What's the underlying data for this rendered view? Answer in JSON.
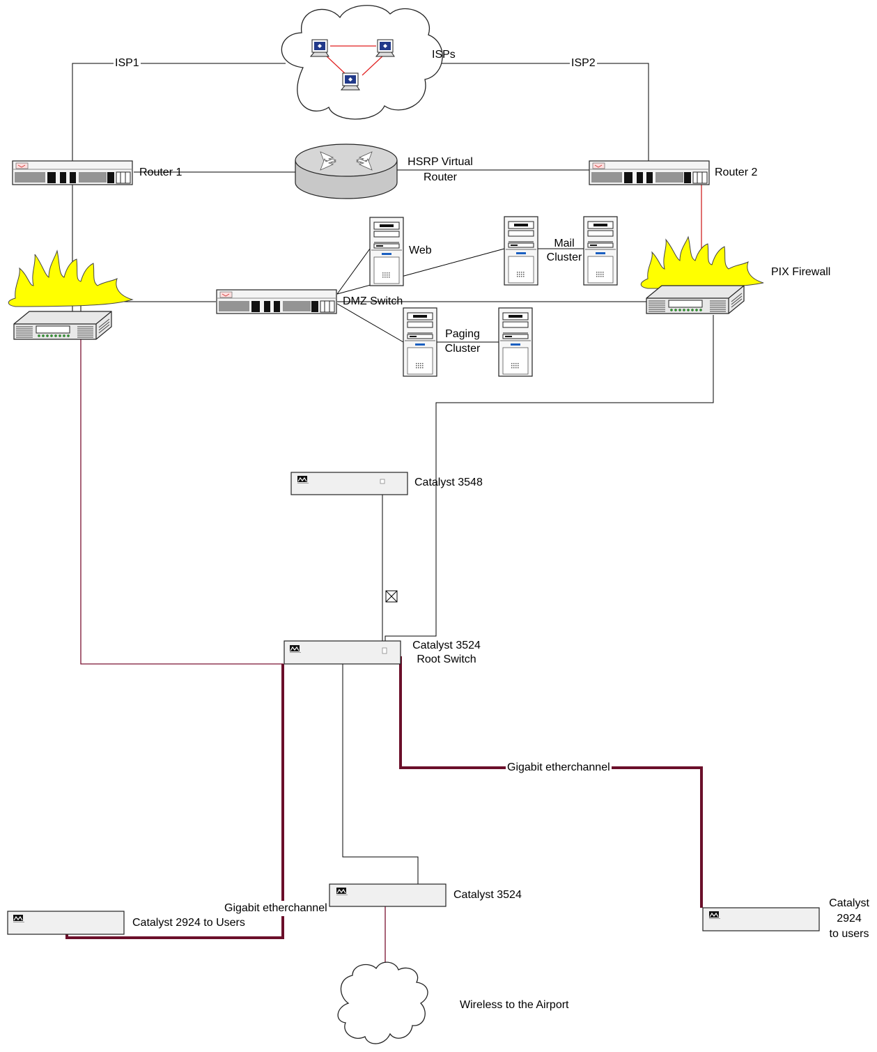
{
  "diagram": {
    "labels": {
      "isp1": "ISP1",
      "isps": "ISPs",
      "isp2": "ISP2",
      "router1": "Router 1",
      "hsrp_line1": "HSRP Virtual",
      "hsrp_line2": "Router",
      "router2": "Router 2",
      "web": "Web",
      "mail_line1": "Mail",
      "mail_line2": "Cluster",
      "pix_firewall": "PIX Firewall",
      "dmz_switch": "DMZ Switch",
      "paging_line1": "Paging",
      "paging_line2": "Cluster",
      "catalyst_3548": "Catalyst 3548",
      "root_line1": "Catalyst 3524",
      "root_line2": "Root Switch",
      "gig_etherchannel_right": "Gigabit etherchannel",
      "gig_etherchannel_left": "Gigabit etherchannel",
      "catalyst_3524": "Catalyst 3524",
      "c2924_users_left": "Catalyst 2924 to Users",
      "c2924_right_line1": "Catalyst",
      "c2924_right_line2": "2924",
      "c2924_right_line3": "to users",
      "wireless": "Wireless to the Airport"
    },
    "colors": {
      "line": "#000000",
      "red_link": "#cc1111",
      "dark_red_link": "#7a1030",
      "gigabit_link": "#6b0f2a",
      "device_fill": "#f0f0f0",
      "flame_yellow": "#ffff00"
    },
    "icons": [
      "cloud-icon",
      "router-icon",
      "hsrp-router-icon",
      "firewall-icon",
      "switch-icon",
      "server-icon",
      "catalyst-switch-icon",
      "blocked-port-icon",
      "laptop-icon"
    ]
  }
}
